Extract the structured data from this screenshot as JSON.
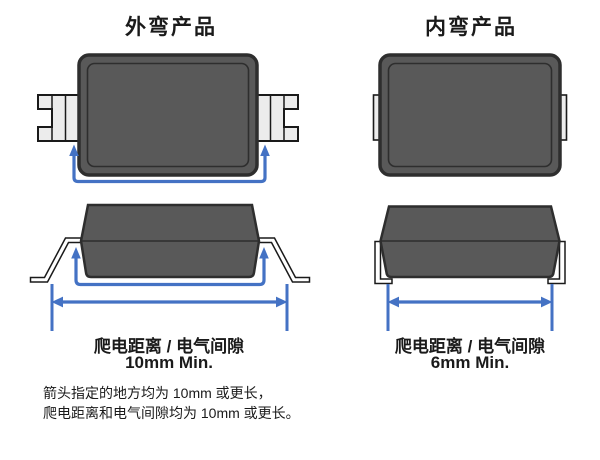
{
  "colors": {
    "accent_blue": "#4472c4",
    "body_fill": "#595959",
    "body_stroke": "#2e2e2e",
    "lead_fill": "#ececec",
    "lead_side_fill": "#ffffff",
    "lead_stroke": "#1a1a1a",
    "text": "#1a1a1a"
  },
  "left_panel": {
    "title": "外弯产品",
    "dimension_label": "爬电距离 / 电气间隙",
    "dimension_value": "10mm Min."
  },
  "right_panel": {
    "title": "内弯产品",
    "dimension_label": "爬电距离 / 电气间隙",
    "dimension_value": "6mm Min."
  },
  "footnote": {
    "line1": "箭头指定的地方均为 10mm 或更长，",
    "line2": "爬电距离和电气间隙均为 10mm 或更长。"
  }
}
